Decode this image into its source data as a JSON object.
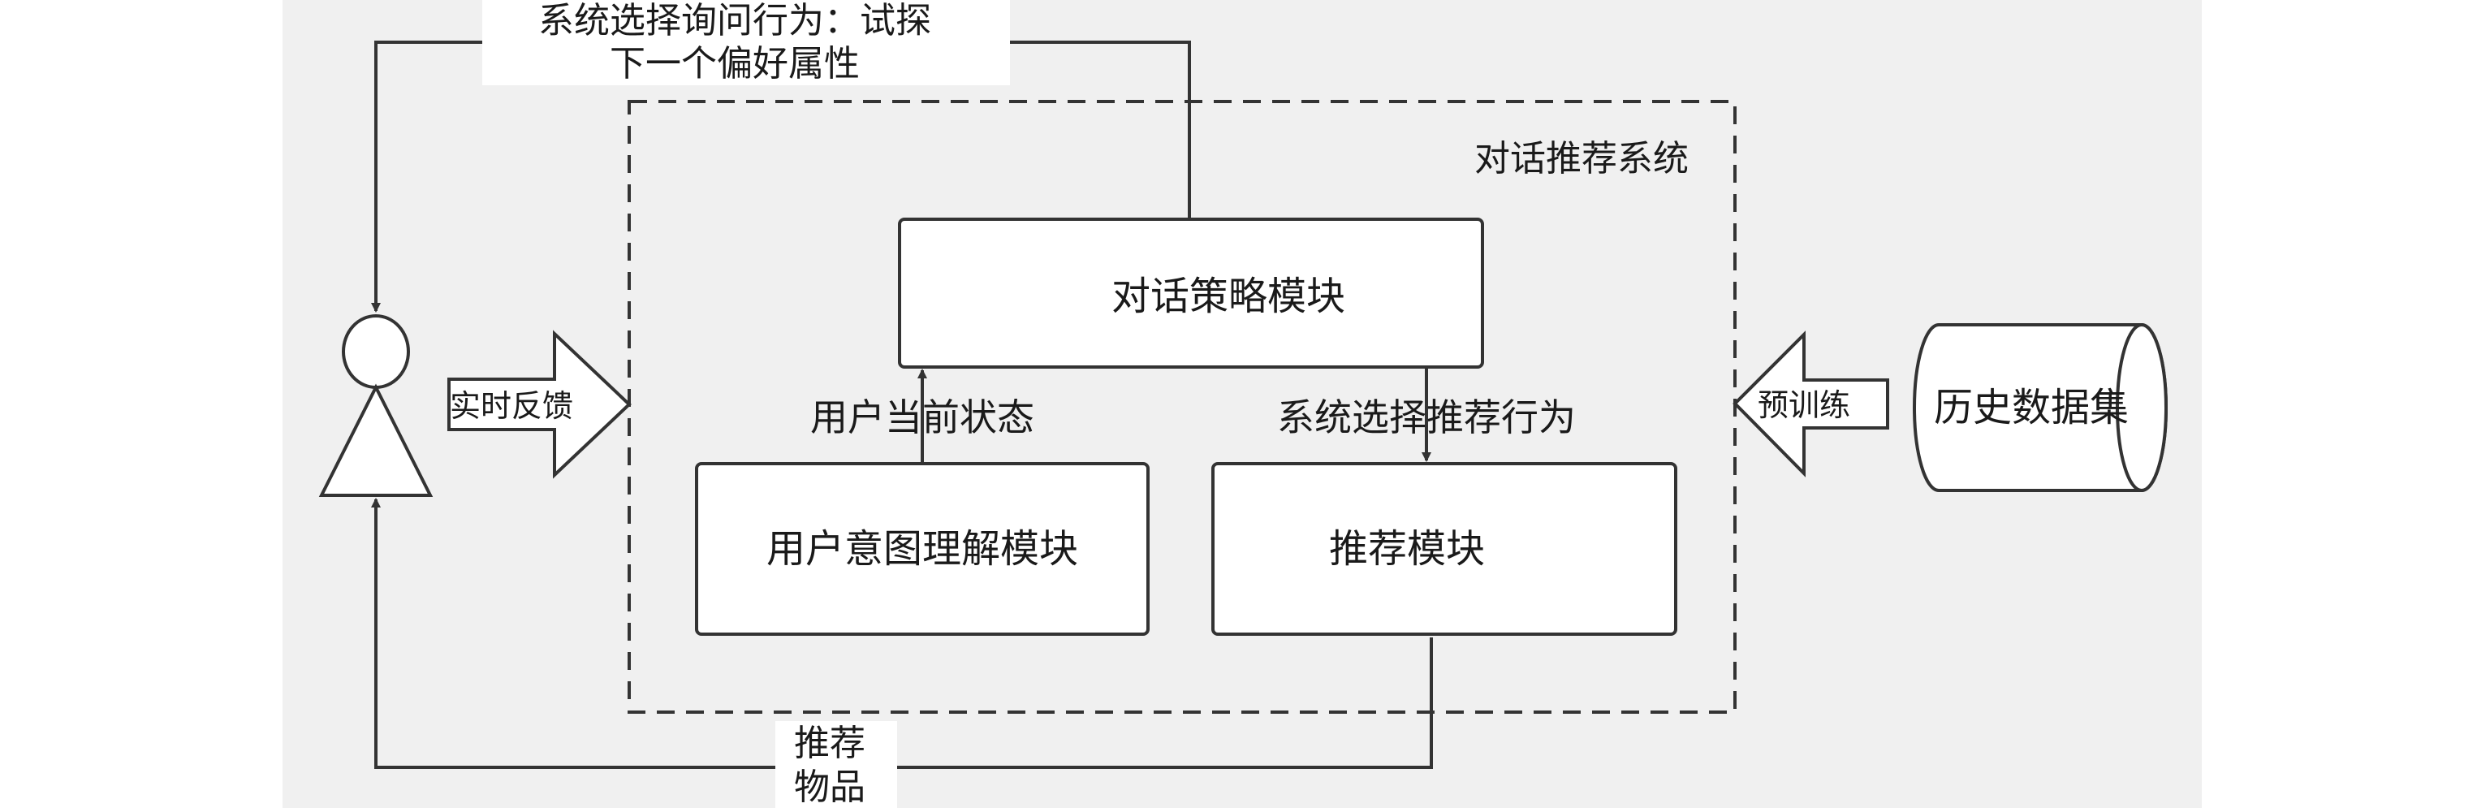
{
  "system": {
    "label": "对话推荐系统"
  },
  "modules": {
    "dialogue_policy": "对话策略模块",
    "intent_understanding": "用户意图理解模块",
    "recommendation": "推荐模块"
  },
  "data_source": {
    "label": "历史数据集"
  },
  "arrows": {
    "realtime_feedback": "实时反馈",
    "pretrain": "预训练"
  },
  "edges": {
    "ask_line1": "系统选择询问行为：试探",
    "ask_line2": "下一个偏好属性",
    "user_state": "用户当前状态",
    "select_recommend": "系统选择推荐行为",
    "rec_items_line1": "推荐",
    "rec_items_line2": "物品"
  },
  "colors": {
    "canvas_bg": "#f0f0f0",
    "stroke": "#333333"
  }
}
